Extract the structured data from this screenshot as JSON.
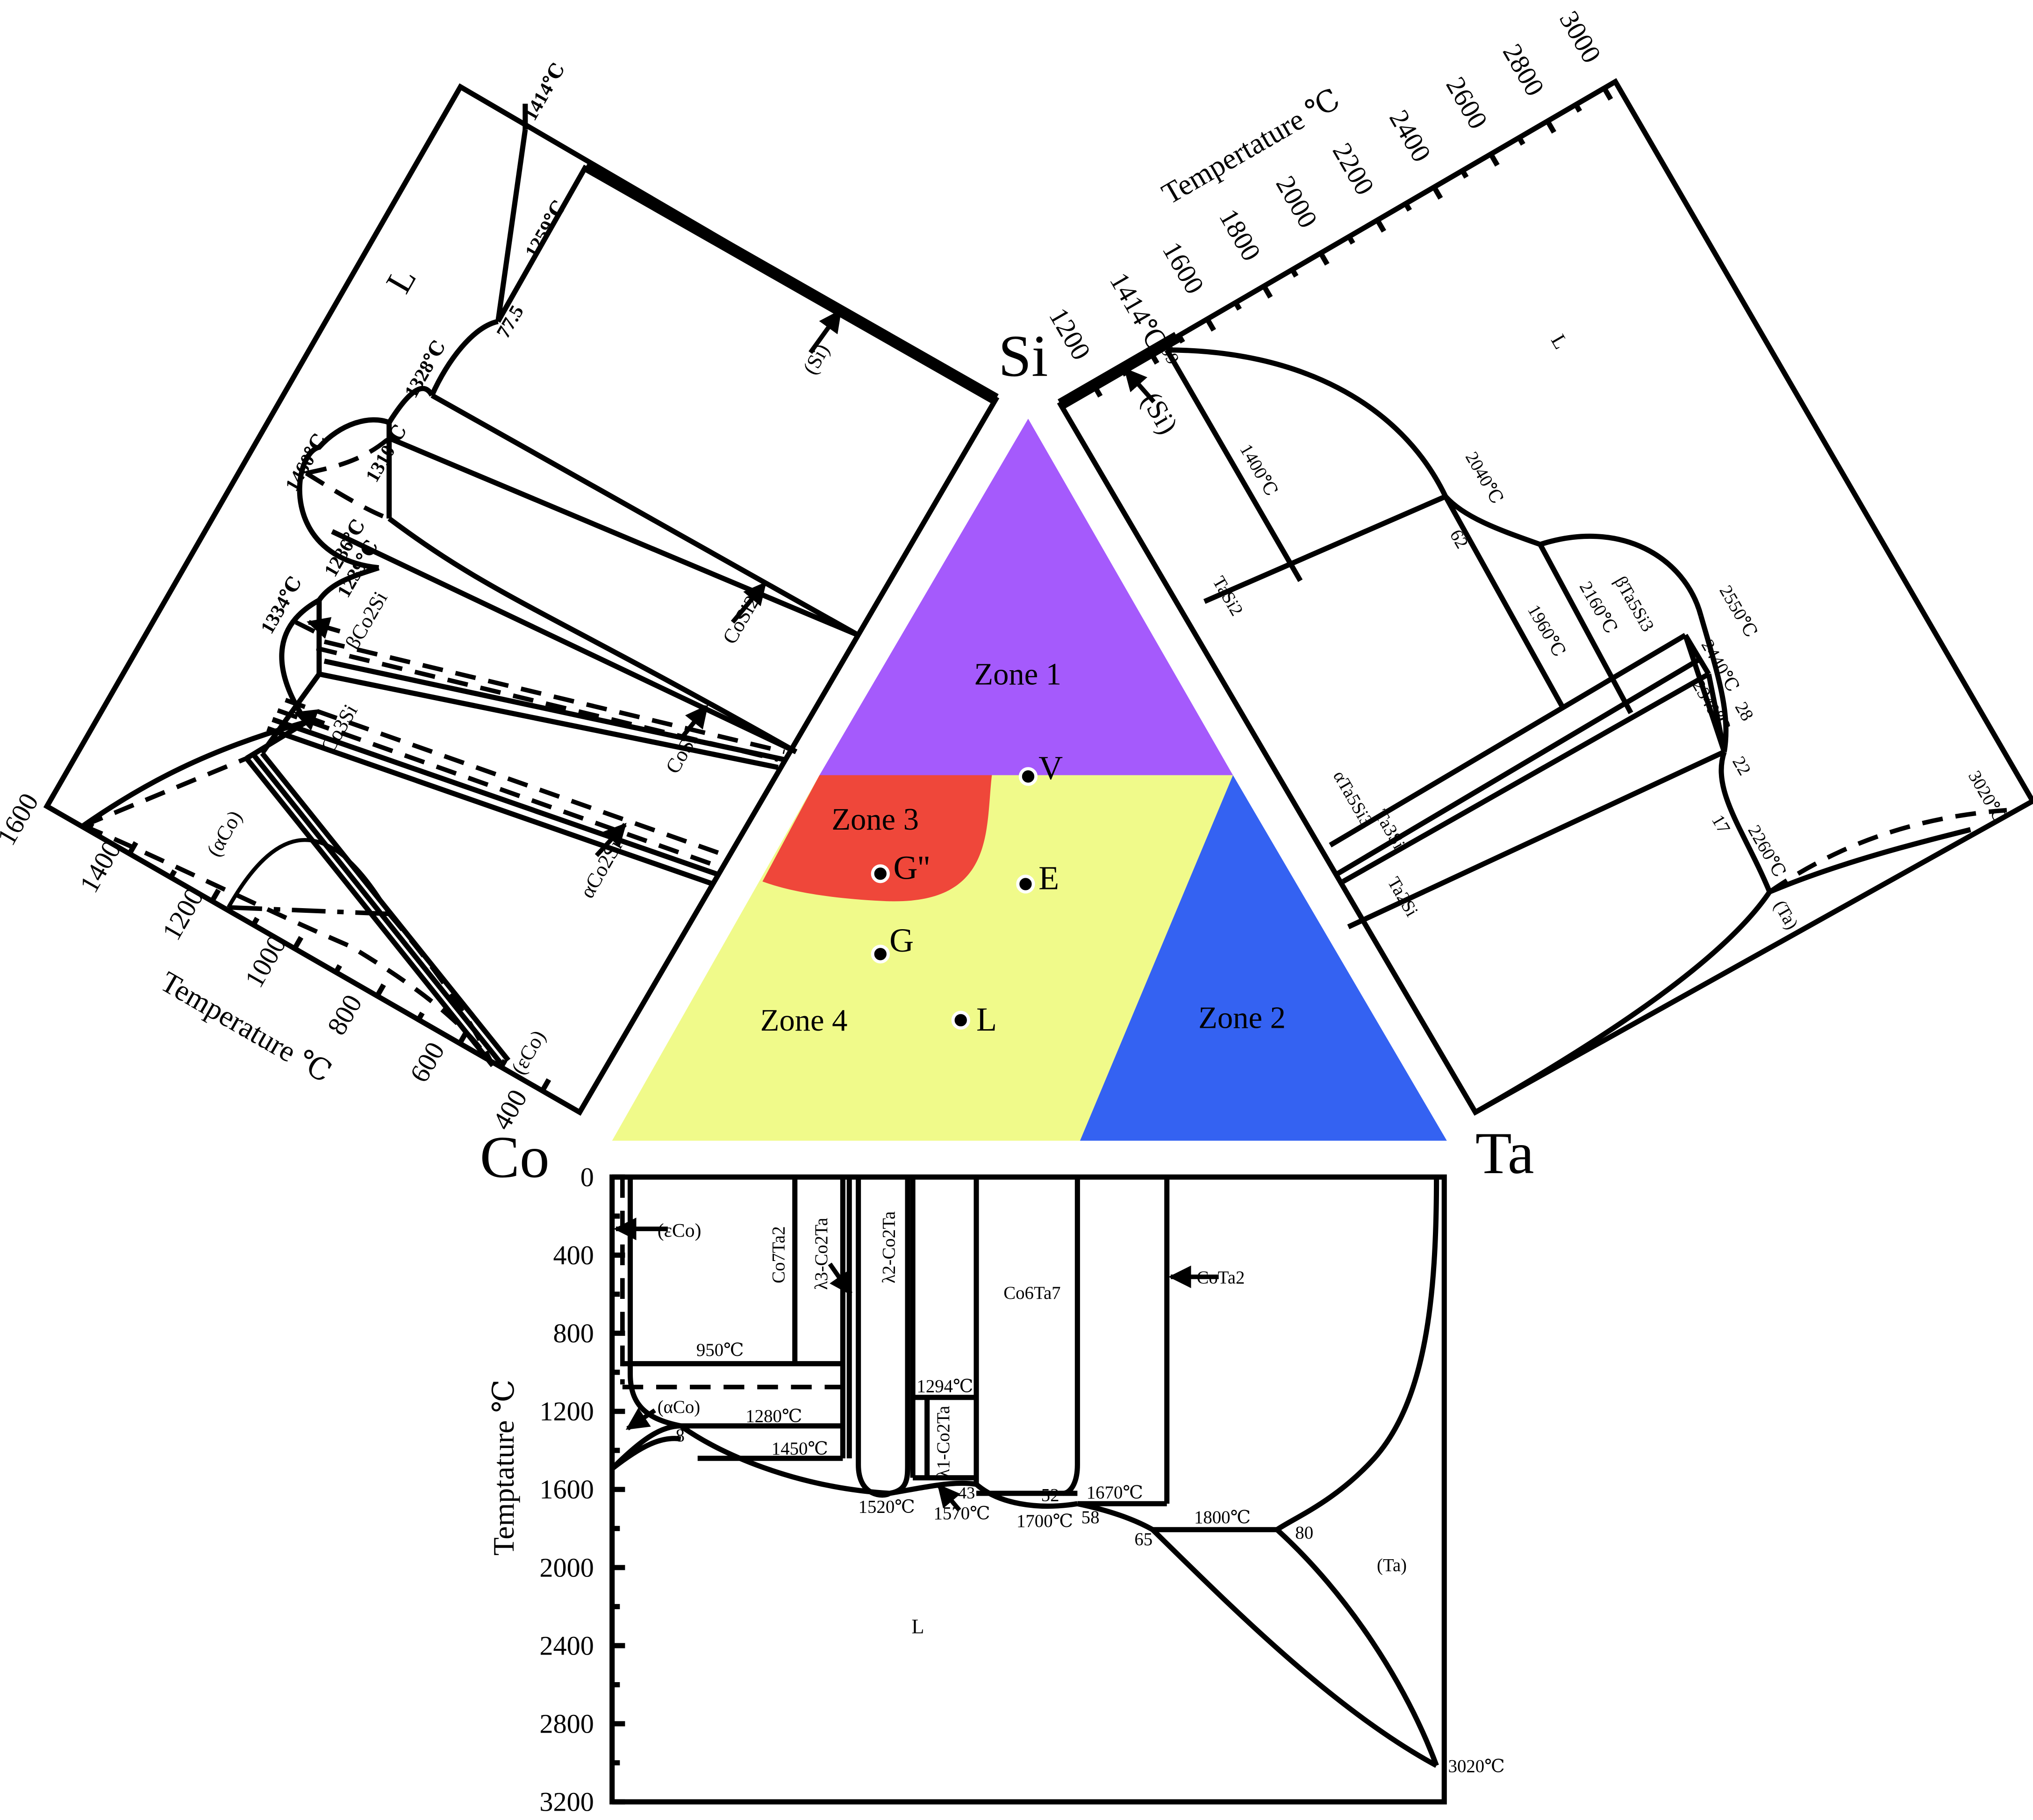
{
  "elements": {
    "si": "Si",
    "co": "Co",
    "ta": "Ta"
  },
  "zones": [
    {
      "label": "Zone 1",
      "color": "#a55afc"
    },
    {
      "label": "Zone 2",
      "color": "#3462f2"
    },
    {
      "label": "Zone 3",
      "color": "#ef473a"
    },
    {
      "label": "Zone 4",
      "color": "#f0fa8a"
    }
  ],
  "points": [
    {
      "label": "V"
    },
    {
      "label": "E"
    },
    {
      "label": "G''"
    },
    {
      "label": "G"
    },
    {
      "label": "L"
    }
  ],
  "co_si": {
    "axis_title": "Temperature ℃",
    "ticks": [
      "1600",
      "1400",
      "1200",
      "1000",
      "800",
      "600",
      "400"
    ],
    "labels": {
      "liquid": "L",
      "t1414": "1414℃",
      "t1259": "1259℃",
      "c775": "77.5",
      "t1328": "1328℃",
      "t1460": "1460℃",
      "t1310": "1310℃",
      "t1286": "1286℃",
      "t1239": "1239℃",
      "t1334": "1334℃",
      "si": "(Si)",
      "cosi2": "CoSi2",
      "cosi": "CoSi",
      "aco2si": "αCo2Si",
      "bco2si": "βCo2Si",
      "co3si": "Co3Si",
      "aco": "(αCo)",
      "eco": "(εCo)"
    }
  },
  "si_ta": {
    "axis_title": "Tempertature ℃",
    "ticks": [
      "1200",
      "1414℃",
      "1600",
      "1800",
      "2000",
      "2200",
      "2400",
      "2600",
      "2800",
      "3000"
    ],
    "labels": {
      "liquid": "L",
      "si": "(Si)",
      "c99": "99",
      "t1400": "1400℃",
      "t2040": "2040℃",
      "c62": "62",
      "tasi2": "TaSi2",
      "t1960": "1960℃",
      "t2160": "2160℃",
      "bta5si3": "βTa5Si3",
      "t2550": "2550℃",
      "t2440": "2440℃",
      "c28": "28",
      "t2340": "2340℃",
      "c22": "22",
      "ata5si3": "αTa5Si3",
      "ta3si": "Ta3Si",
      "ta2si": "Ta2Si",
      "c17": "17",
      "t2260": "2260℃",
      "t3020": "3020℃",
      "ta": "(Ta)"
    }
  },
  "co_ta": {
    "axis_title": "Temptature ℃",
    "ticks": [
      "0",
      "400",
      "800",
      "1200",
      "1600",
      "2000",
      "2400",
      "2800",
      "3200"
    ],
    "labels": {
      "eco": "(εCo)",
      "co7ta2": "Co7Ta2",
      "l3": "λ3-Co2Ta",
      "l2": "λ2-Co2Ta",
      "co6ta7": "Co6Ta7",
      "cota2": "CoTa2",
      "t950": "950℃",
      "t1294": "1294℃",
      "aco": "(αCo)",
      "t1280": "1280℃",
      "l1": "λ1-Co2Ta",
      "t1450": "1450℃",
      "c8": "8",
      "c43": "43",
      "t1520": "1520℃",
      "t1570": "1570℃",
      "c52": "52",
      "t1670": "1670℃",
      "t1700": "1700℃",
      "c58": "58",
      "t1800": "1800℃",
      "c65": "65",
      "c80": "80",
      "ta": "(Ta)",
      "liquid": "L",
      "t3020": "3020℃"
    }
  }
}
